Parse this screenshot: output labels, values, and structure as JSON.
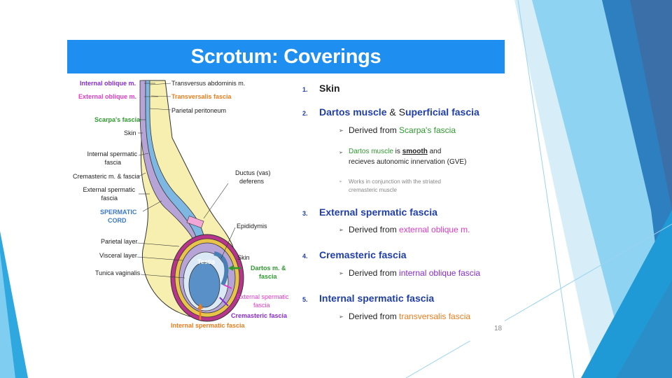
{
  "title": "Scrotum: Coverings",
  "page_number": "18",
  "diagram": {
    "labels": {
      "internal_oblique": "Internal oblique m.",
      "external_oblique": "External oblique m.",
      "scarpas_fascia": "Scarpa's fascia",
      "skin_left": "Skin",
      "internal_spermatic_l1": "Internal spermatic",
      "internal_spermatic_l2": "fascia",
      "cremasteric_mf": "Cremasteric m. & fascia",
      "external_spermatic_l1": "External spermatic",
      "external_spermatic_l2": "fascia",
      "spermatic_cord_l1": "SPERMATIC",
      "spermatic_cord_l2": "CORD",
      "parietal_layer": "Parietal layer",
      "visceral_layer": "Visceral layer",
      "tunica_vaginalis": "Tunica vaginalis",
      "transversus": "Transversus abdominis m.",
      "transversalis": "Transversalis fascia",
      "parietal_peritoneum": "Parietal peritoneum",
      "ductus_l1": "Ductus (vas)",
      "ductus_l2": "deferens",
      "epididymis": "Epididymis",
      "skin_right": "Skin",
      "testis": "Testis",
      "dartos_l1": "Dartos m. &",
      "dartos_l2": "fascia",
      "ext_sperm_bottom_l1": "External spermatic",
      "ext_sperm_bottom_l2": "fascia",
      "cremasteric_fascia": "Cremasteric fascia",
      "internal_sperm_bottom": "Internal spermatic fascia"
    }
  },
  "list": {
    "item1": {
      "num": "1.",
      "head": "Skin"
    },
    "item2": {
      "num": "2.",
      "head_a": "Dartos muscle",
      "head_amp": " & S",
      "head_b": "uperficial",
      "head_c": " fascia",
      "sub1_pre": "Derived from ",
      "sub1_hl": "Scarpa's fascia",
      "sub2_hl": "Dartos muscle",
      "sub2_mid": " is ",
      "sub2_bold": "smooth",
      "sub2_post": " and",
      "sub2_line2": "recieves autonomic innervation (GVE)",
      "sub3_line1": "Works in conjunction with the striated",
      "sub3_line2": "cremasteric muscle"
    },
    "item3": {
      "num": "3.",
      "head": "External spermatic fascia",
      "sub_pre": "Derived from ",
      "sub_hl": "external oblique m."
    },
    "item4": {
      "num": "4.",
      "head": "Cremasteric fascia",
      "sub_pre": "Derived from ",
      "sub_hl": "internal oblique fascia"
    },
    "item5": {
      "num": "5.",
      "head": "Internal spermatic fascia",
      "sub_pre": "Derived from ",
      "sub_hl": "transversalis fascia"
    },
    "bullet": "➢"
  },
  "colors": {
    "title_bar": "#1e8ff0",
    "heading_blue": "#1f3ea8",
    "green": "#2e9a2e",
    "pink": "#e03ac8",
    "purple": "#8a2bd6",
    "orange": "#ee7d1e"
  }
}
